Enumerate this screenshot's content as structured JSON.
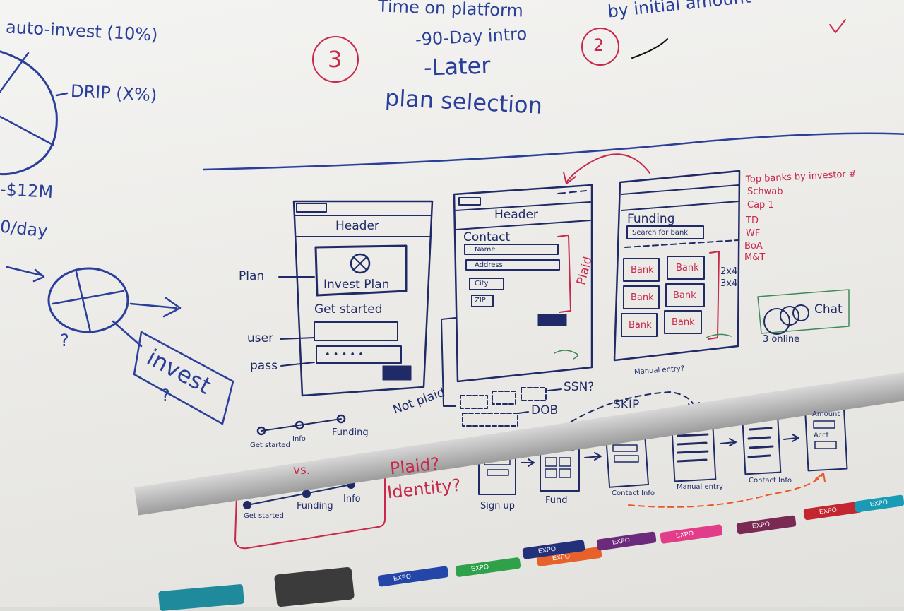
{
  "top": {
    "auto_invest": "auto-invest (10%)",
    "drip": "DRIP (X%)",
    "dash_12m": "-$12M",
    "per_day": "0/day",
    "time_on_platform": "Time on platform",
    "intro_90": "-90-Day intro",
    "later": "-Later",
    "plan_selection": "plan selection",
    "by_initial_amount": "by initial amount",
    "circle_3": "3",
    "circle_2": "2"
  },
  "side": {
    "invest": "invest",
    "q1": "?",
    "q2": "?"
  },
  "screen1": {
    "header": "Header",
    "invest_plan": "Invest Plan",
    "get_started": "Get started",
    "plan_label": "Plan",
    "user_label": "user",
    "pass_label": "pass",
    "pass_dots": "• • • • •"
  },
  "screen2": {
    "header": "Header",
    "contact": "Contact",
    "name": "Name",
    "address": "Address",
    "city": "City",
    "zip": "ZIP",
    "plaid": "Plaid",
    "ssn": "SSN?",
    "dob": "DOB",
    "not_plaid": "Not plaid"
  },
  "screen3": {
    "funding": "Funding",
    "search": "Search for bank",
    "banks": [
      "Bank",
      "Bank",
      "Bank",
      "Bank",
      "Bank",
      "Bank"
    ],
    "grid_2x4": "2x4",
    "grid_3x4": "3x4",
    "manual_entry_q": "Manual entry?"
  },
  "top_banks": {
    "title": "Top banks by investor #",
    "items": [
      "Schwab",
      "Cap 1",
      "TD",
      "WF",
      "BoA",
      "M&T"
    ]
  },
  "chat": {
    "label": "Chat",
    "online": "3 online"
  },
  "progress": {
    "steps_a": [
      "Get started",
      "Info",
      "Funding"
    ],
    "vs": "vs.",
    "steps_b": [
      "Get started",
      "Funding",
      "Info"
    ],
    "plaid_q": "Plaid?",
    "identity_q": "Identity?"
  },
  "flow": {
    "skip": "SKIP",
    "steps": [
      "Sign up",
      "Fund",
      "Contact Info",
      "Manual entry",
      "Contact Info"
    ],
    "amount": "Amount",
    "acct": "Acct"
  },
  "markers": [
    "EXPO",
    "EXPO",
    "EXPO",
    "EXPO",
    "EXPO",
    "EXPO",
    "EXPO",
    "EXPO",
    "EXPO"
  ],
  "colors": {
    "blue_ink": "#2a3f9a",
    "red_ink": "#c8284a",
    "green_ink": "#3f8a57",
    "board": "#f0efec"
  }
}
